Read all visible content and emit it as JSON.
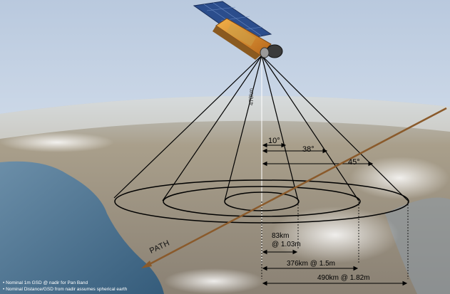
{
  "altitude_label": "470km",
  "angles": [
    {
      "label": "10°"
    },
    {
      "label": "38°"
    },
    {
      "label": "45°"
    }
  ],
  "swaths": [
    {
      "line1": "83km",
      "line2": "@ 1.03m"
    },
    {
      "line1": "376km @ 1.5m"
    },
    {
      "line1": "490km @ 1.82m"
    }
  ],
  "path_label": "PATH",
  "notes": [
    "Nominal 1m GSD @ nadir for Pan Band",
    "Nominal Distance/GSD from nadir assumes spherical earth"
  ],
  "colors": {
    "sky": "#c9d6e6",
    "earth_land": "#9a8e79",
    "ocean": "#4f7391",
    "path_line": "#8a5a2b",
    "cone_lines": "#000000"
  }
}
